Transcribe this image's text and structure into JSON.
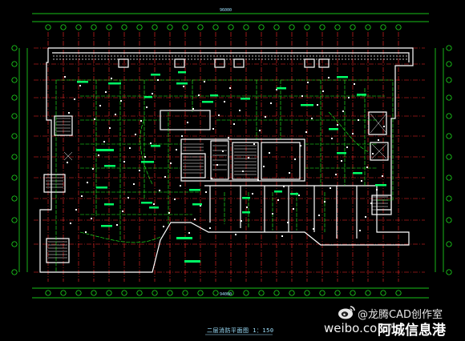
{
  "drawing": {
    "title": "二层消防平面图  1：150",
    "dim_overall_top": "96000",
    "dim_overall_bottom": "94000"
  },
  "watermark": {
    "line1": "@龙腾CAD创作室",
    "line2": "weibo.com/",
    "line3": "阿城信息港"
  },
  "colors": {
    "background": "#000000",
    "wall": "#ffffff",
    "axis": "#ff2a2a",
    "dimension": "#22ff22",
    "wiring": "#22ff22",
    "label": "#00ff66",
    "text": "#9ee2ff",
    "watermark": "#ffffff"
  }
}
